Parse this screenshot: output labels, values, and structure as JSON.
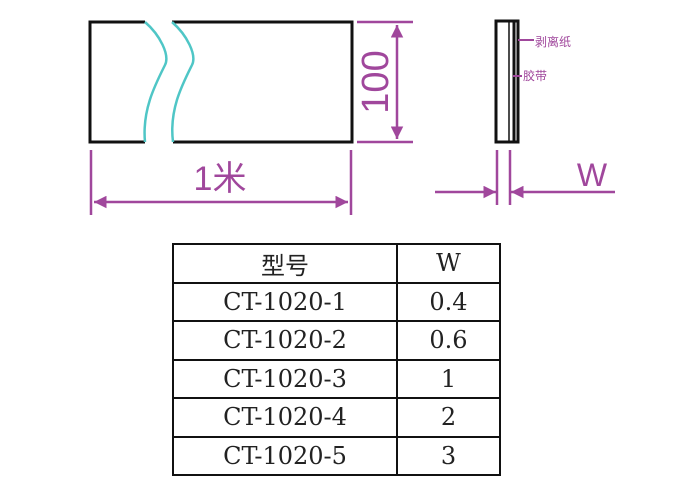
{
  "diagram": {
    "length_label": "1米",
    "width_label": "100",
    "layer_labels": [
      "剥离纸",
      "胶带"
    ],
    "thickness_label": "W",
    "colors": {
      "dimension": "#a0479c",
      "break_line": "#4fc6c6",
      "outline": "#111111"
    }
  },
  "table": {
    "headers": [
      "型号",
      "W"
    ],
    "rows": [
      [
        "CT-1020-1",
        "0.4"
      ],
      [
        "CT-1020-2",
        "0.6"
      ],
      [
        "CT-1020-3",
        "1"
      ],
      [
        "CT-1020-4",
        "2"
      ],
      [
        "CT-1020-5",
        "3"
      ]
    ]
  }
}
